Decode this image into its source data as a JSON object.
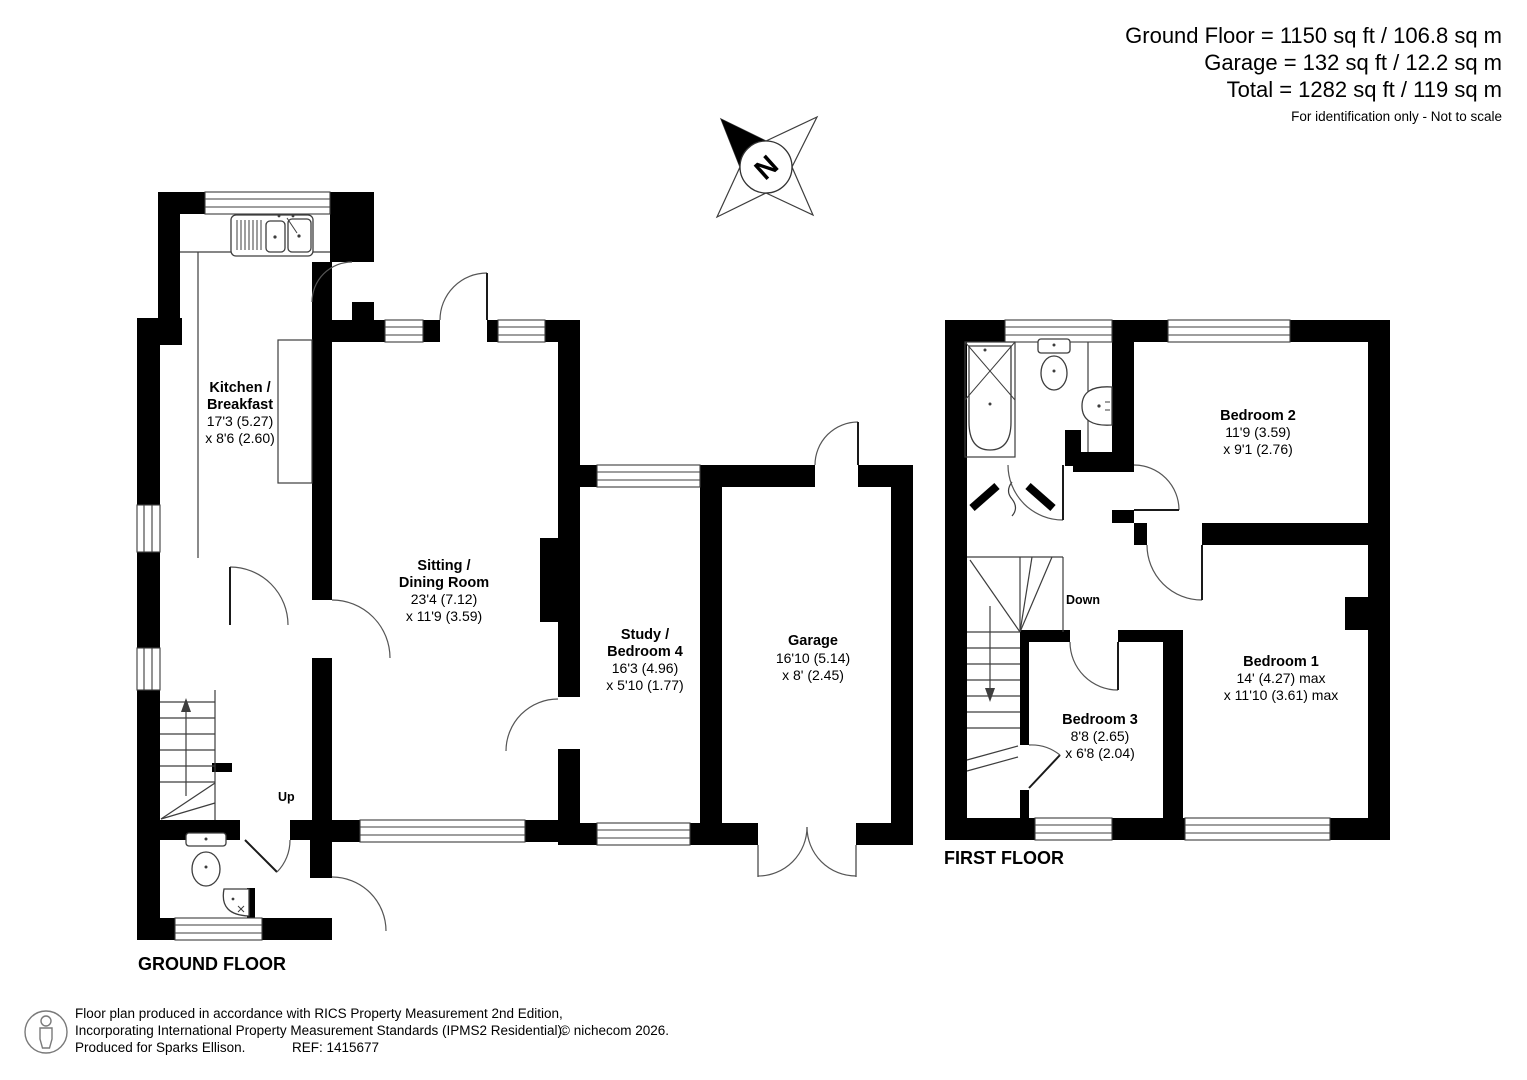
{
  "colors": {
    "wall": "#000000",
    "line": "#3d3d3d",
    "arc": "#555555",
    "text": "#000000",
    "footer_text": "#7a7a7a",
    "background": "#ffffff"
  },
  "header": {
    "area_lines": [
      "Ground Floor = 1150 sq ft / 106.8 sq m",
      "Garage = 132 sq ft / 12.2 sq m",
      "Total = 1282 sq ft / 119 sq m"
    ],
    "disclaimer": "For identification only - Not to scale"
  },
  "compass": {
    "north_label": "N"
  },
  "ground_floor": {
    "label": "GROUND FLOOR",
    "stairs_direction": "Up",
    "rooms": {
      "kitchen": {
        "name_line1": "Kitchen /",
        "name_line2": "Breakfast",
        "dim_line1": "17'3 (5.27)",
        "dim_line2": "x 8'6 (2.60)"
      },
      "sitting": {
        "name_line1": "Sitting /",
        "name_line2": "Dining Room",
        "dim_line1": "23'4 (7.12)",
        "dim_line2": "x 11'9 (3.59)"
      },
      "study": {
        "name_line1": "Study /",
        "name_line2": "Bedroom 4",
        "dim_line1": "16'3 (4.96)",
        "dim_line2": "x 5'10 (1.77)"
      },
      "garage": {
        "name": "Garage",
        "dim_line1": "16'10 (5.14)",
        "dim_line2": "x 8' (2.45)"
      }
    }
  },
  "first_floor": {
    "label": "FIRST FLOOR",
    "stairs_direction": "Down",
    "rooms": {
      "bedroom2": {
        "name": "Bedroom 2",
        "dim_line1": "11'9 (3.59)",
        "dim_line2": "x 9'1 (2.76)"
      },
      "bedroom1": {
        "name": "Bedroom 1",
        "dim_line1": "14' (4.27) max",
        "dim_line2": "x 11'10 (3.61) max"
      },
      "bedroom3": {
        "name": "Bedroom 3",
        "dim_line1": "8'8 (2.65)",
        "dim_line2": "x 6'8 (2.04)"
      }
    }
  },
  "footer": {
    "line1": "Floor plan produced in accordance with RICS Property Measurement 2nd Edition,",
    "line2": "Incorporating International Property Measurement Standards (IPMS2 Residential).",
    "line3": "Produced for Sparks Ellison.",
    "ref": "REF: 1415677",
    "copyright": "© nichecom 2026."
  }
}
